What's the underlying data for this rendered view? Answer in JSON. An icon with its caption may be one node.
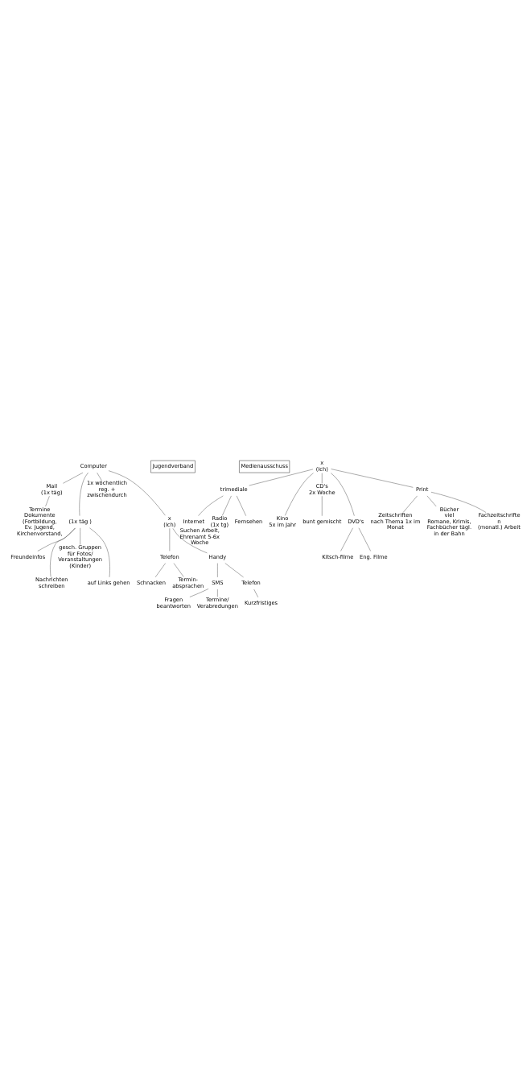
{
  "diagram": {
    "nodes": [
      {
        "text": [
          "Termine Dokumente (Fortbildung, Ev. Jugend, Kirchenvorstand,"
        ]
      },
      {
        "text": [
          "Jugendverband"
        ]
      },
      {
        "text": [
          "Medienausschuss"
        ]
      },
      {
        "text": [
          "Mail",
          "(1x täg)"
        ]
      },
      {
        "text": [
          "(1x täg )"
        ]
      },
      {
        "text": [
          "Freundeinfos"
        ]
      },
      {
        "text": [
          "Nachrichten schreiben"
        ]
      },
      {
        "text": [
          "gesch. Gruppen für Fotos/ Veranstaltungen",
          "(Kinder)"
        ]
      },
      {
        "text": [
          "auf Links gehen"
        ]
      },
      {
        "text": [
          "Computer"
        ]
      },
      {
        "text": [
          "1x wöchentlich reg. + zwischendurch"
        ]
      },
      {
        "text": [
          "x",
          "(Ich)"
        ]
      },
      {
        "text": [
          "Telefon"
        ]
      },
      {
        "text": [
          "Schnacken"
        ]
      },
      {
        "text": [
          "Termin-absprachen"
        ]
      },
      {
        "text": [
          "Handy"
        ]
      },
      {
        "text": [
          "SMS"
        ]
      },
      {
        "text": [
          "Telefon"
        ]
      },
      {
        "text": [
          "Kurzfristiges"
        ]
      },
      {
        "text": [
          "Fragen beantworten"
        ]
      },
      {
        "text": [
          "Termine/ Verabredungen"
        ]
      },
      {
        "text": [
          "Internet"
        ],
        "beside": [
          "Suchen Arbeit, Ehrenamt 5-6x Woche"
        ]
      },
      {
        "text": [
          "Radio",
          "(1x tg)"
        ]
      },
      {
        "text": [
          "Fernsehen"
        ]
      },
      {
        "text": [
          "trimediale"
        ]
      },
      {
        "text": [
          "Kino",
          "5x im Jahr"
        ]
      },
      {
        "text": [
          "CD's",
          "2x Woche"
        ]
      },
      {
        "text": [
          "bunt gemischt"
        ]
      },
      {
        "text": [
          "x",
          "(Ich)"
        ]
      },
      {
        "text": [
          "DVD's"
        ]
      },
      {
        "text": [
          "Kitsch-filme"
        ]
      },
      {
        "text": [
          "Eng. Filme"
        ]
      },
      {
        "text": [
          "Print"
        ]
      },
      {
        "text": [
          "Zeitschriften nach Thema 1x im Monat"
        ]
      },
      {
        "text": [
          "Bücher",
          "viel",
          "Romane, Krimis, Fachbücher tägl. in der Bahn"
        ]
      },
      {
        "text": [
          "Fachzeitschriften",
          "(monatl.) Arbeit"
        ]
      }
    ],
    "edges": [
      {
        "from": 3,
        "to": 0,
        "arrow": "none"
      },
      {
        "from": 9,
        "to": 3,
        "arrow": "none"
      },
      {
        "from": 9,
        "to": 4,
        "arrow": "none"
      },
      {
        "from": 4,
        "to": 5,
        "arrow": "none"
      },
      {
        "from": 4,
        "to": 6,
        "arrow": "none"
      },
      {
        "from": 4,
        "to": 7,
        "arrow": "none"
      },
      {
        "from": 4,
        "to": 8,
        "arrow": "none"
      },
      {
        "from": 9,
        "to": 10,
        "arrow": "none"
      },
      {
        "from": 9,
        "to": 11,
        "arrow": "none"
      },
      {
        "from": 11,
        "to": 12,
        "arrow": "none"
      },
      {
        "from": 12,
        "to": 13,
        "arrow": "none"
      },
      {
        "from": 12,
        "to": 14,
        "arrow": "none"
      },
      {
        "from": 11,
        "to": 15,
        "arrow": "none"
      },
      {
        "from": 15,
        "to": 16,
        "arrow": "none"
      },
      {
        "from": 15,
        "to": 17,
        "arrow": "none"
      },
      {
        "from": 17,
        "to": 18,
        "arrow": "none"
      },
      {
        "from": 16,
        "to": 19,
        "arrow": "none"
      },
      {
        "from": 16,
        "to": 20,
        "arrow": "none"
      },
      {
        "from": 24,
        "to": 21,
        "arrow": "none"
      },
      {
        "from": 24,
        "to": 22,
        "arrow": "none"
      },
      {
        "from": 24,
        "to": 23,
        "arrow": "none"
      },
      {
        "from": 28,
        "to": 24,
        "arrow": "none"
      },
      {
        "from": 28,
        "to": 25,
        "arrow": "none"
      },
      {
        "from": 28,
        "to": 26,
        "arrow": "none"
      },
      {
        "from": 26,
        "to": 27,
        "arrow": "none"
      },
      {
        "from": 28,
        "to": 29,
        "arrow": "none"
      },
      {
        "from": 29,
        "to": 30,
        "arrow": "none"
      },
      {
        "from": 29,
        "to": 31,
        "arrow": "none"
      },
      {
        "from": 28,
        "to": 32,
        "arrow": "none"
      },
      {
        "from": 32,
        "to": 33,
        "arrow": "none"
      },
      {
        "from": 32,
        "to": 34,
        "arrow": "none"
      },
      {
        "from": 32,
        "to": 35,
        "arrow": "none"
      }
    ]
  }
}
